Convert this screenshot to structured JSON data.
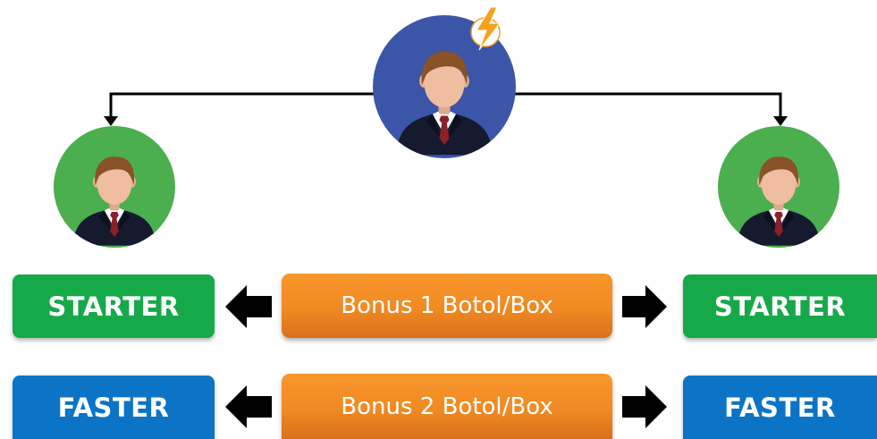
{
  "colors": {
    "top_avatar_bg": "#3b55a8",
    "child_avatar_bg": "#4bae4f",
    "starter_bg": "#16a94a",
    "faster_bg": "#0c74c6",
    "bonus_bg": "#f08a22",
    "badge": "#f5a21c"
  },
  "icons": {
    "top_person": "businessman-avatar-icon",
    "badge": "lightning-bolt-icon",
    "child_person": "businessman-avatar-icon",
    "left_arrow": "arrow-left-icon",
    "right_arrow": "arrow-right-icon"
  },
  "rows": [
    {
      "left_label": "STARTER",
      "bonus": "Bonus 1 Botol/Box",
      "right_label": "STARTER"
    },
    {
      "left_label": "FASTER",
      "bonus": "Bonus 2 Botol/Box",
      "right_label": "FASTER"
    }
  ]
}
